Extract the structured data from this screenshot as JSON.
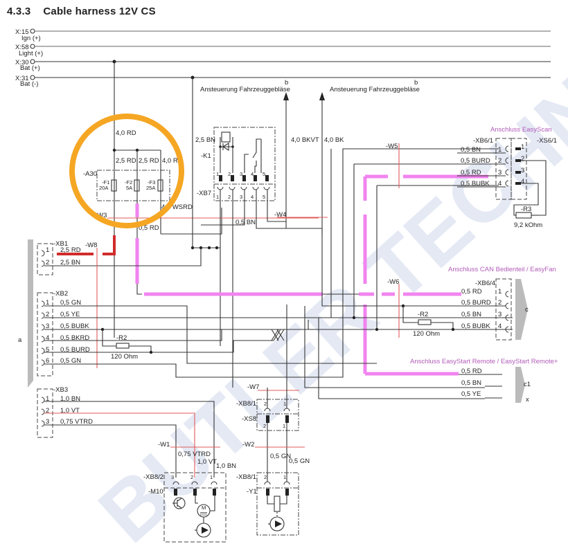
{
  "header": {
    "section_number": "4.3.3",
    "title": "Cable harness 12V CS"
  },
  "watermark": "BUTLER TECHNIK",
  "supply_lines": [
    {
      "terminal": "X:15",
      "label": "Ign (+)"
    },
    {
      "terminal": "X:58",
      "label": "Light (+)"
    },
    {
      "terminal": "X:30",
      "label": "Bat (+)"
    },
    {
      "terminal": "X:31",
      "label": "Bat (-)"
    }
  ],
  "blower_outputs": [
    {
      "label": "Ansteuerung Fahrzeuggebläse",
      "ref": "b",
      "wire": "4,0 BKVT"
    },
    {
      "label": "Ansteuerung Fahrzeuggebläse",
      "ref": "b",
      "wire": "4,0 BK"
    }
  ],
  "fuse_box": {
    "id": "-A30",
    "feed_wire": "4,0 RD",
    "branch_wires": [
      "2,5 RD",
      "2,5 RD",
      "4,0 RD"
    ],
    "out_wire": "4,0 WSRD",
    "out_wire2": "0,5 RD",
    "fuses": [
      {
        "id": "-F1",
        "rating": "20A"
      },
      {
        "id": "-F2",
        "rating": "5A"
      },
      {
        "id": "-F3",
        "rating": "25A"
      }
    ]
  },
  "relay": {
    "id": "-K1",
    "coil_wire": "2,5 BN",
    "connector": "-XB7",
    "pins": [
      "1",
      "2",
      "3",
      "4",
      "5"
    ],
    "ground_wire": "0,5 BN"
  },
  "harness_markers": [
    "-W1",
    "-W2",
    "-W3",
    "-W4",
    "-W5",
    "-W6",
    "-W7",
    "-W8"
  ],
  "side_labels": {
    "a": "a",
    "c": "c",
    "c1": "c1",
    "x": "x"
  },
  "xb1": {
    "id": "-XB1",
    "pins": [
      {
        "n": "1",
        "wire": "2,5 RD"
      },
      {
        "n": "2",
        "wire": "2,5 BN"
      }
    ]
  },
  "xb2": {
    "id": "-XB2",
    "pins": [
      {
        "n": "1",
        "wire": "0,5 GN"
      },
      {
        "n": "2",
        "wire": "0,5 YE"
      },
      {
        "n": "3",
        "wire": "0,5 BUBK"
      },
      {
        "n": "4",
        "wire": "0,5 BKRD"
      },
      {
        "n": "5",
        "wire": "0,5 BURD"
      },
      {
        "n": "6",
        "wire": "0,5 GN"
      }
    ],
    "resistor": {
      "id": "-R2",
      "value": "120 Ohm"
    }
  },
  "xb3": {
    "id": "-XB3",
    "pins": [
      {
        "n": "1",
        "wire": "1,0 BN"
      },
      {
        "n": "2",
        "wire": "1,0 VT"
      },
      {
        "n": "3",
        "wire": "0,75 VTRD"
      }
    ]
  },
  "easyscan": {
    "title": "Anschluss EasyScan",
    "connector": "-XB6/1",
    "socket": "-XS6/1",
    "pins": [
      {
        "n": "1",
        "wire": "0,5 BN"
      },
      {
        "n": "2",
        "wire": "0,5 BURD"
      },
      {
        "n": "3",
        "wire": "0,5 RD"
      },
      {
        "n": "4",
        "wire": "0,5 BUBK"
      }
    ],
    "resistor": {
      "id": "-R3",
      "value": "9,2 kOhm"
    }
  },
  "easyfan": {
    "title": "Anschluss CAN Bedienteil / EasyFan",
    "connector": "-XB6/4",
    "pins": [
      {
        "n": "1",
        "wire": "0,5 RD"
      },
      {
        "n": "2",
        "wire": "0,5 BURD"
      },
      {
        "n": "3",
        "wire": "0,5 BN"
      },
      {
        "n": "4",
        "wire": "0,5 BUBK"
      }
    ],
    "resistor": {
      "id": "-R2",
      "value": "120 Ohm"
    }
  },
  "easystart": {
    "title": "Anschluss EasyStart Remote / EasyStart Remote+",
    "wires": [
      "0,5 RD",
      "0,5 BN",
      "0,5 YE"
    ]
  },
  "pump": {
    "connector": "-XB8/2",
    "id": "-M10",
    "pins": [
      "3",
      "2",
      "1"
    ],
    "wires": [
      "0,75 VTRD",
      "1,0 VT",
      "1,0 BN"
    ],
    "motor_symbol": "M"
  },
  "valve": {
    "connector_top": "-XB8/1",
    "socket": "-XS8",
    "connector_bottom": "-XB8/1",
    "id": "-Y1",
    "pins": [
      "2",
      "1"
    ],
    "wires": [
      "0,5 GN",
      "0,5 GN"
    ]
  },
  "highlight_colors": {
    "circle": "#f5a623",
    "pink_path": "#f084ef",
    "red_path": "#d22b2b",
    "harness_marker": "#e05a5a"
  }
}
